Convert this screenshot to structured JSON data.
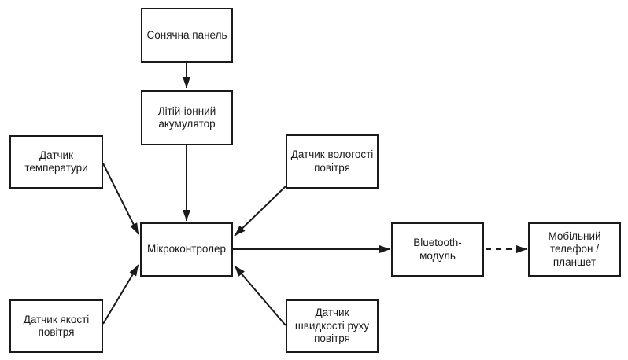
{
  "nodes": {
    "solar_panel": {
      "label": "Сонячна панель"
    },
    "battery": {
      "label": "Літій-іонний\nакумулятор"
    },
    "temperature_sensor": {
      "label": "Датчик\nтемператури"
    },
    "humidity_sensor": {
      "label": "Датчик вологості\nповітря"
    },
    "microcontroller": {
      "label": "Мікроконтролер"
    },
    "air_quality_sensor": {
      "label": "Датчик якості\nповітря"
    },
    "air_speed_sensor": {
      "label": "Датчик\nшвидкості руху\nповітря"
    },
    "bluetooth_module": {
      "label": "Bluetooth-\nмодуль"
    },
    "mobile_phone": {
      "label": "Мобільний\nтелефон /\nпланшет"
    }
  },
  "edges": [
    {
      "from": "solar_panel",
      "to": "battery",
      "style": "solid"
    },
    {
      "from": "battery",
      "to": "microcontroller",
      "style": "solid"
    },
    {
      "from": "temperature_sensor",
      "to": "microcontroller",
      "style": "solid"
    },
    {
      "from": "humidity_sensor",
      "to": "microcontroller",
      "style": "solid"
    },
    {
      "from": "air_quality_sensor",
      "to": "microcontroller",
      "style": "solid"
    },
    {
      "from": "air_speed_sensor",
      "to": "microcontroller",
      "style": "solid"
    },
    {
      "from": "microcontroller",
      "to": "bluetooth_module",
      "style": "solid"
    },
    {
      "from": "bluetooth_module",
      "to": "mobile_phone",
      "style": "dashed"
    }
  ],
  "colors": {
    "background": "#ffffff",
    "box_fill": "#ffffff",
    "box_border": "#1a1a1a",
    "text": "#1a1a1a",
    "connector": "#1a1a1a"
  }
}
